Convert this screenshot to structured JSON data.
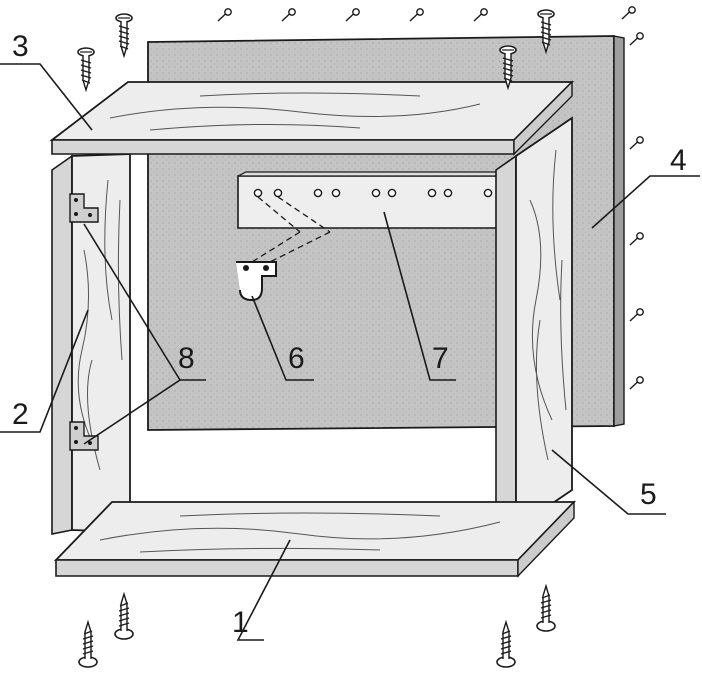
{
  "diagram": {
    "part_labels": {
      "bottom_panel": "1",
      "left_side_panel": "2",
      "top_panel": "3",
      "back_panel": "4",
      "right_side_panel": "5",
      "hook": "6",
      "hanging_rail": "7",
      "corner_brackets": "8"
    }
  },
  "colors": {
    "line": "#1a1a1a",
    "back_panel": "#c4c4c4",
    "wood": "#ededed",
    "wood_edge": "#d6d6d6",
    "bracket": "#cfcfcf",
    "background": "#ffffff"
  }
}
